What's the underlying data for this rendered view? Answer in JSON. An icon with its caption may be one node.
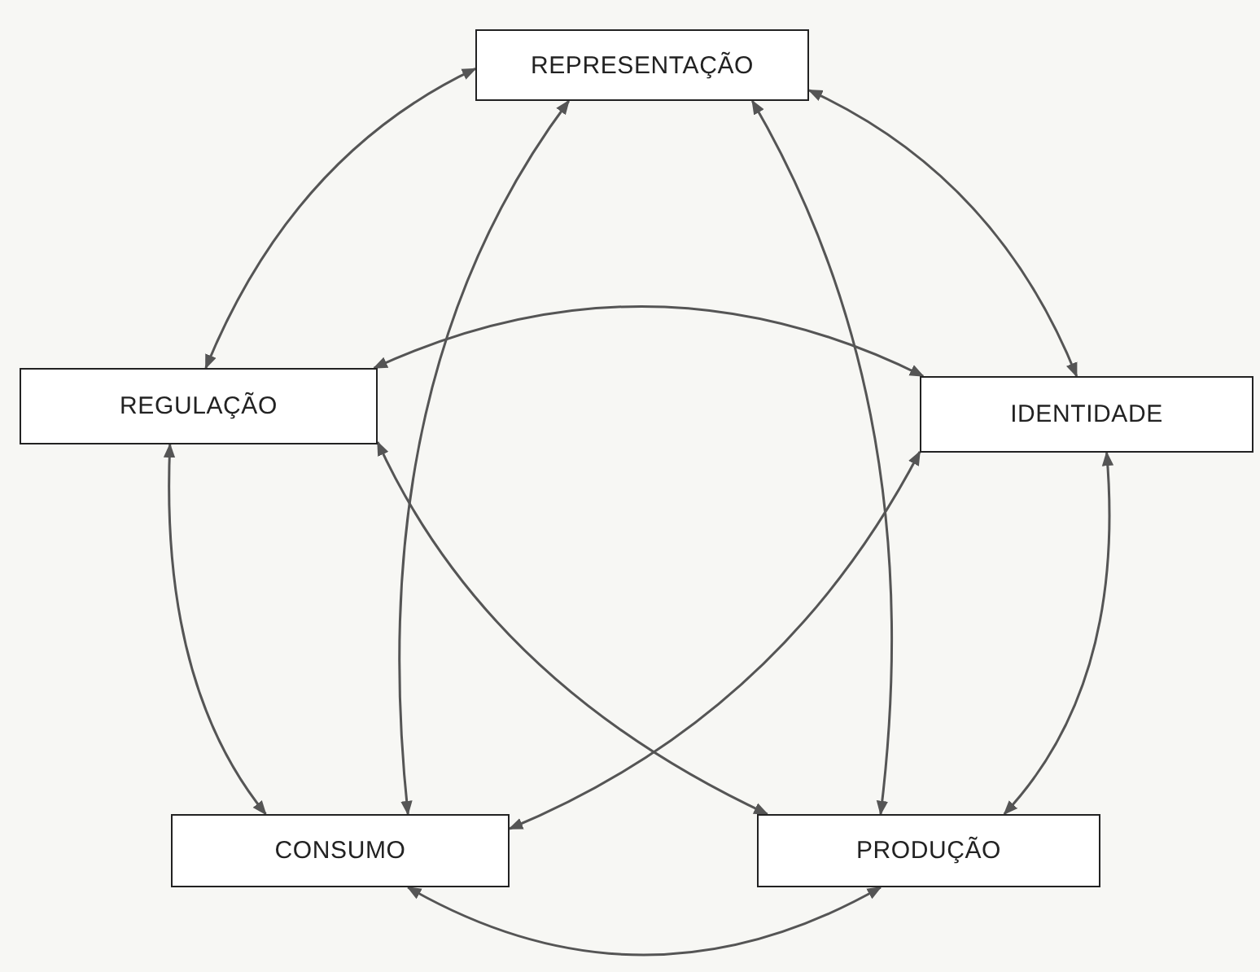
{
  "diagram": {
    "nodes": [
      {
        "text": [
          "REPRESENTAÇÃO"
        ]
      },
      {
        "text": [
          "REGULAÇÃO"
        ]
      },
      {
        "text": [
          "IDENTIDADE"
        ]
      },
      {
        "text": [
          "CONSUMO"
        ]
      },
      {
        "text": [
          "PRODUÇÃO"
        ]
      }
    ],
    "edges": [
      {
        "from": 0,
        "to": 1,
        "arrow": "both"
      },
      {
        "from": 0,
        "to": 2,
        "arrow": "both"
      },
      {
        "from": 0,
        "to": 3,
        "arrow": "both"
      },
      {
        "from": 0,
        "to": 4,
        "arrow": "both"
      },
      {
        "from": 1,
        "to": 2,
        "arrow": "both"
      },
      {
        "from": 1,
        "to": 4,
        "arrow": "both"
      },
      {
        "from": 2,
        "to": 3,
        "arrow": "both"
      },
      {
        "from": 1,
        "to": 3,
        "arrow": "both"
      },
      {
        "from": 2,
        "to": 4,
        "arrow": "both"
      },
      {
        "from": 3,
        "to": 4,
        "arrow": "both"
      }
    ]
  }
}
